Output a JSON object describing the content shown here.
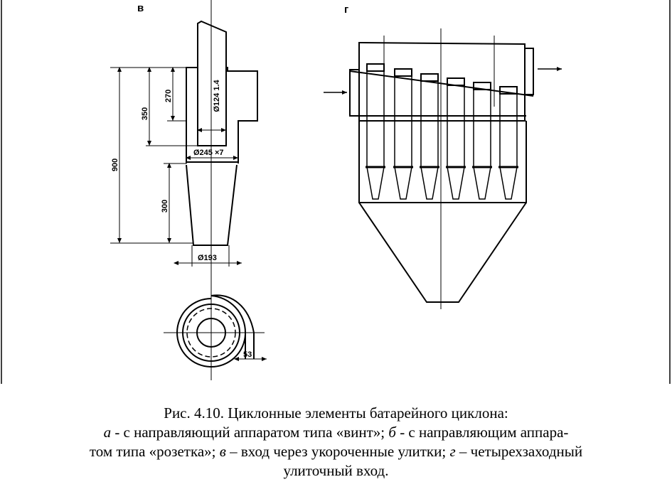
{
  "figure": {
    "panels": [
      {
        "label": "в"
      },
      {
        "label": "г"
      }
    ],
    "dimensions": {
      "height_total": "900",
      "height_350": "350",
      "height_270": "270",
      "height_cone": "300",
      "tube_diameter": "Ø124 1.4",
      "body_diameter": "Ø245 ×7",
      "outlet_diameter": "Ø193",
      "inlet_width": "53"
    }
  },
  "caption": {
    "line1": "Рис. 4.10. Циклонные элементы батарейного циклона:",
    "line2": {
      "a_letter": "а",
      "a_text": " - с направляющий аппаратом типа «винт»; ",
      "b_letter": "б",
      "b_text": " - с направляющим аппара-"
    },
    "line3": {
      "text1": "том типа «розетка»; ",
      "v_letter": "в",
      "v_text": " – вход через укороченные улитки; ",
      "g_letter": "г",
      "g_text": " – четырехзаходный"
    },
    "line4": "улиточный вход."
  }
}
